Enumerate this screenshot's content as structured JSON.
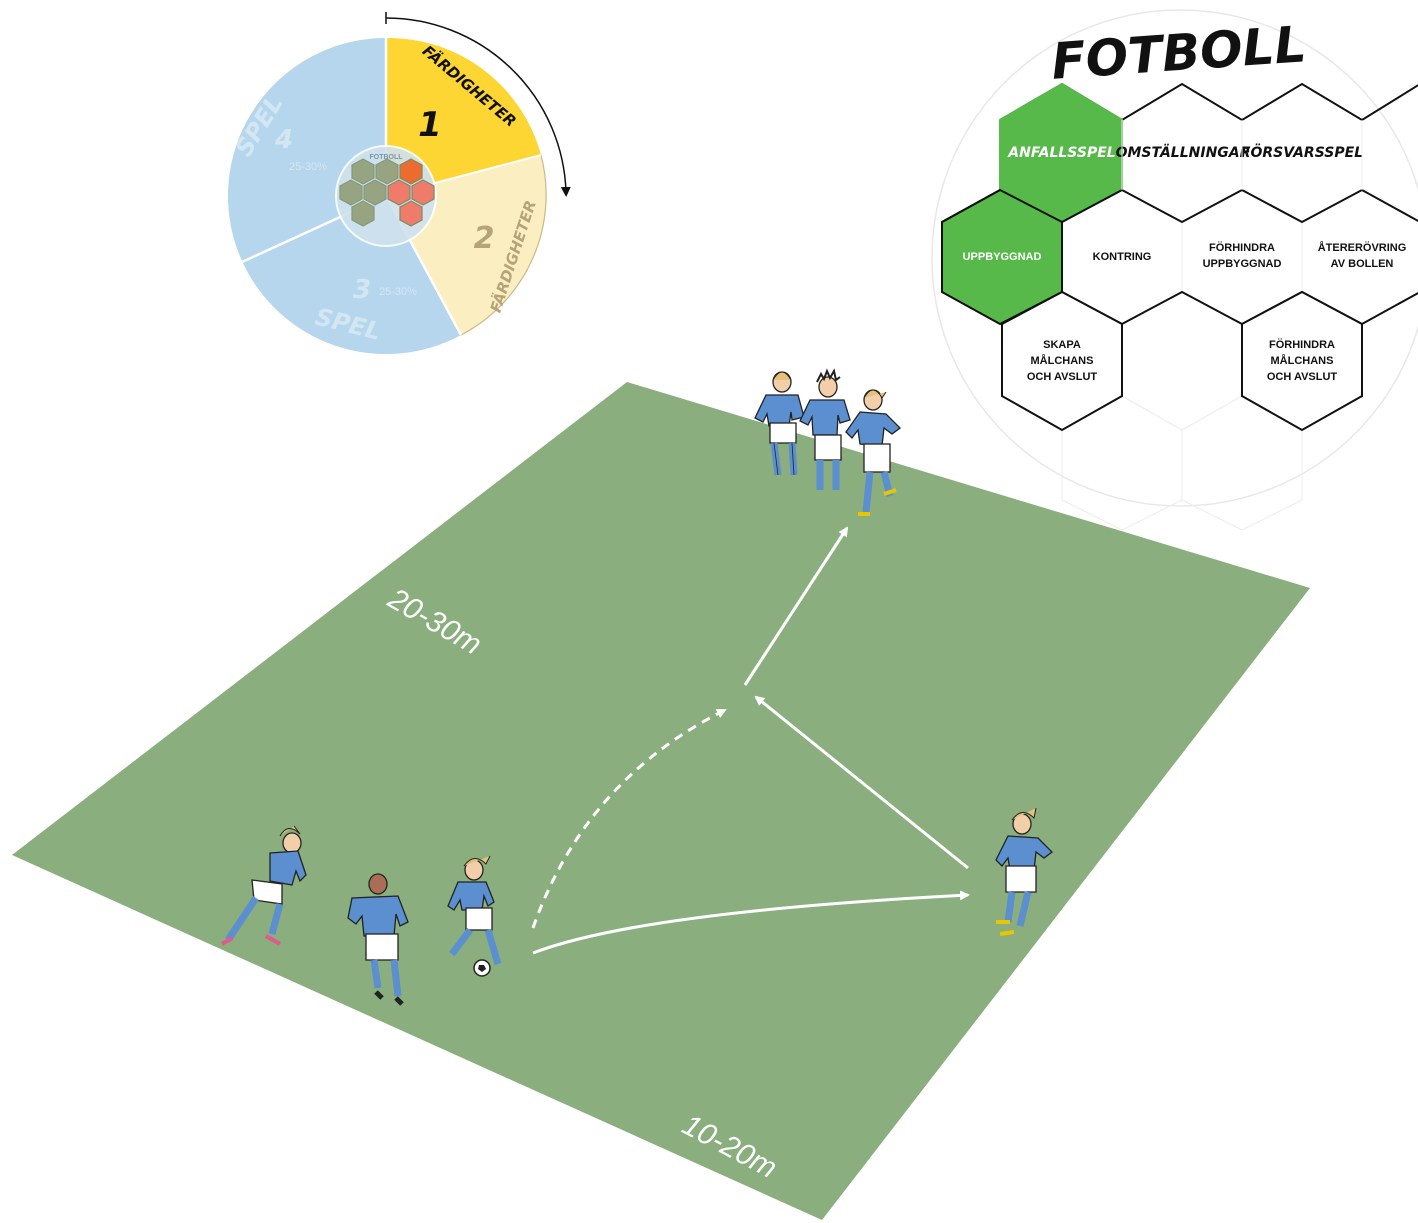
{
  "colors": {
    "pitch": "#8aae7d",
    "attack_green": "#58b94b",
    "wheel_yellow": "#fdd633",
    "wheel_cream": "#fbeec0",
    "wheel_blue": "#b5d6ec",
    "player_shirt": "#5b8fcf"
  },
  "wheel": {
    "sector1_label": "FÄRDIGHETER",
    "sector1_number": "1",
    "sector2_label": "FÄRDIGHETER",
    "sector2_number": "2",
    "sector3_label": "SPEL",
    "sector3_number": "3",
    "sector3_percent": "25-30%",
    "sector4_label": "SPEL",
    "sector4_number": "4",
    "sector4_percent": "25-30%",
    "center_label": "FOTBOLL"
  },
  "hexmap": {
    "title": "FOTBOLL",
    "categories": [
      "ANFALLSSPEL",
      "OMSTÄLLNINGAR",
      "FÖRSVARSSPEL"
    ],
    "cells": {
      "uppbyggnad": "UPPBYGGNAD",
      "kontring": "KONTRING",
      "forhindra_uppbyggnad": [
        "FÖRHINDRA",
        "UPPBYGGNAD"
      ],
      "ateroring": [
        "ÅTERERÖVRING",
        "AV BOLLEN"
      ],
      "skapa": [
        "SKAPA",
        "MÅLCHANS",
        "OCH AVSLUT"
      ],
      "forhindra_malchans": [
        "FÖRHINDRA",
        "MÅLCHANS",
        "OCH AVSLUT"
      ]
    }
  },
  "pitch": {
    "width_label": "20-30m",
    "length_label": "10-20m"
  }
}
